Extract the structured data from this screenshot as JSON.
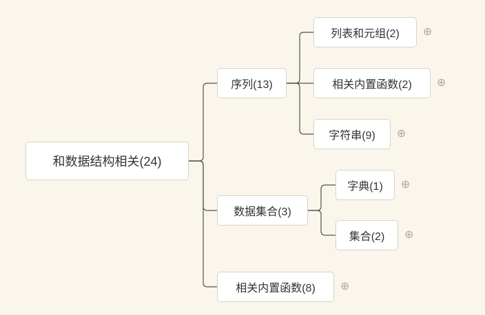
{
  "canvas": {
    "background": "#faf6ec"
  },
  "colors": {
    "node_bg": "#ffffff",
    "node_border": "#d7d3c6",
    "connector_line": "#4f4f4f",
    "text": "#333333",
    "expand_icon": "#aeaa9d"
  },
  "icons": {
    "expand_glyph": "⊕"
  },
  "mindmap": {
    "root": {
      "label": "和数据结构相关(24)"
    },
    "branches": [
      {
        "label": "序列(13)",
        "children": [
          {
            "label": "列表和元组(2)",
            "collapsed": true
          },
          {
            "label": "相关内置函数(2)",
            "collapsed": true
          },
          {
            "label": "字符串(9)",
            "collapsed": true
          }
        ]
      },
      {
        "label": "数据集合(3)",
        "children": [
          {
            "label": "字典(1)",
            "collapsed": true
          },
          {
            "label": "集合(2)",
            "collapsed": true
          }
        ]
      },
      {
        "label": "相关内置函数(8)",
        "collapsed": true,
        "children": []
      }
    ]
  }
}
